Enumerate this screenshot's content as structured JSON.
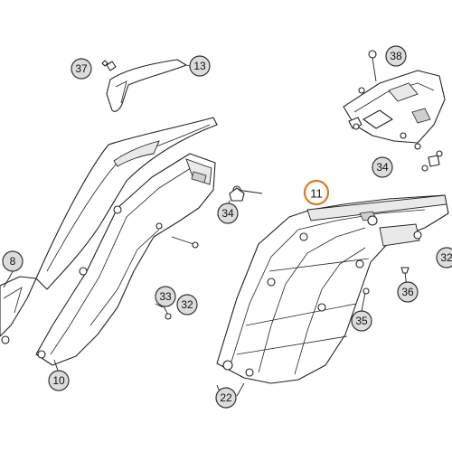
{
  "colors": {
    "line": "#222222",
    "callout_fill": "#dcdcdc",
    "highlight_ring": "#e07a1f"
  },
  "callouts": {
    "c37": "37",
    "c13": "13",
    "c38": "38",
    "c34_top": "34",
    "c11": "11",
    "c34_mid": "34",
    "c8": "8",
    "c32_right": "32",
    "c36": "36",
    "c33": "33",
    "c32_left": "32",
    "c35": "35",
    "c10": "10",
    "c22": "22"
  },
  "highlighted_callout": "11"
}
